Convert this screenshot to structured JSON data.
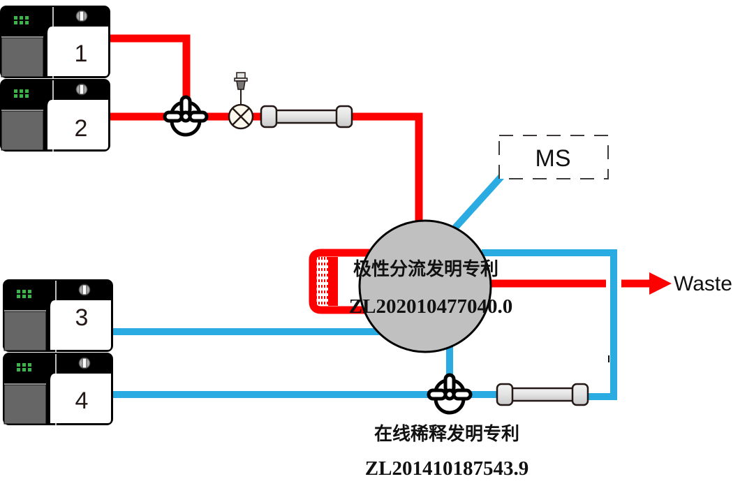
{
  "diagram": {
    "title": "LC-MS flow system with polarity split and online dilution",
    "colors": {
      "red_line": "#ff0000",
      "blue_line": "#2aace2",
      "valve_body": "#c0c0c0",
      "pump_black": "#000000",
      "pump_gray": "#666666",
      "led_green": "#3cb44a",
      "column_fill": "#e6e6e6"
    },
    "pumps": [
      {
        "id": "1",
        "label": "1",
        "line_color": "red"
      },
      {
        "id": "2",
        "label": "2",
        "line_color": "red"
      },
      {
        "id": "3",
        "label": "3",
        "line_color": "blue"
      },
      {
        "id": "4",
        "label": "4",
        "line_color": "blue"
      }
    ],
    "components": {
      "mixer_top": {
        "icon": "mixing-tee-icon"
      },
      "injector": {
        "icon": "injector-valve-icon"
      },
      "column_top": {
        "icon": "column-icon"
      },
      "mixer_bottom": {
        "icon": "mixing-tee-icon"
      },
      "column_bottom": {
        "icon": "column-icon"
      },
      "coil": {
        "icon": "coil-icon"
      }
    },
    "ms_box": {
      "label": "MS"
    },
    "waste": {
      "label": "Waste"
    },
    "valve": {
      "title": "极性分流发明专利",
      "patent": "ZL202010477040.0"
    },
    "bottom_patent": {
      "title": "在线稀释发明专利",
      "patent": "ZL201410187543.9"
    }
  }
}
